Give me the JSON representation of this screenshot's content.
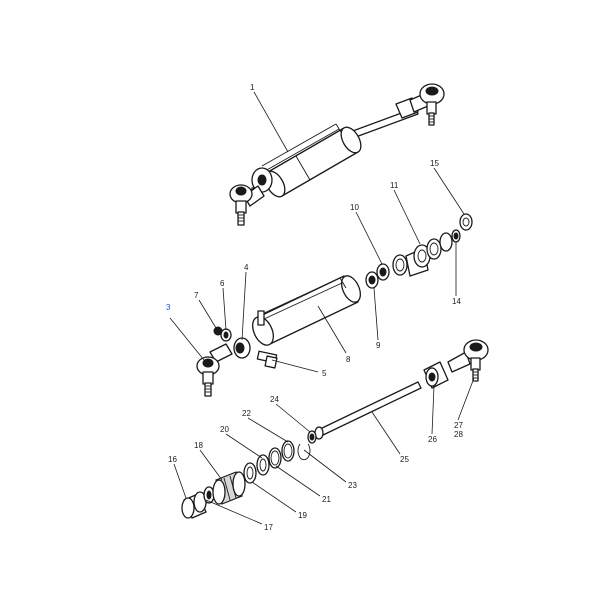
{
  "callouts": [
    {
      "id": "1",
      "text": "1"
    },
    {
      "id": "3",
      "text": "3"
    },
    {
      "id": "4",
      "text": "4"
    },
    {
      "id": "5",
      "text": "5"
    },
    {
      "id": "6",
      "text": "6"
    },
    {
      "id": "7",
      "text": "7"
    },
    {
      "id": "8",
      "text": "8"
    },
    {
      "id": "9",
      "text": "9"
    },
    {
      "id": "10",
      "text": "10"
    },
    {
      "id": "11",
      "text": "11"
    },
    {
      "id": "14",
      "text": "14"
    },
    {
      "id": "15",
      "text": "15"
    },
    {
      "id": "16",
      "text": "16"
    },
    {
      "id": "17",
      "text": "17"
    },
    {
      "id": "18",
      "text": "18"
    },
    {
      "id": "19",
      "text": "19"
    },
    {
      "id": "20",
      "text": "20"
    },
    {
      "id": "21",
      "text": "21"
    },
    {
      "id": "22",
      "text": "22"
    },
    {
      "id": "23",
      "text": "23"
    },
    {
      "id": "24",
      "text": "24"
    },
    {
      "id": "25",
      "text": "25"
    },
    {
      "id": "26",
      "text": "26"
    },
    {
      "id": "27",
      "text": "27"
    },
    {
      "id": "28",
      "text": "28"
    }
  ],
  "colors": {
    "line": "#1a1a1a",
    "highlight_callout": "#2255cc"
  }
}
